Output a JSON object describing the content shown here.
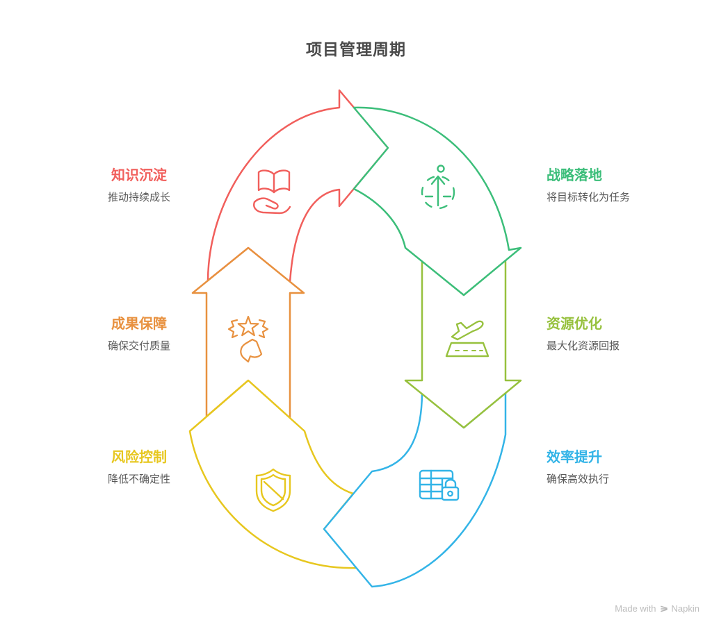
{
  "title": "项目管理周期",
  "items": [
    {
      "label": "知识沉淀",
      "desc": "推动持续成长",
      "color": "#F15F5C",
      "icon": "book-hand-icon"
    },
    {
      "label": "战略落地",
      "desc": "将目标转化为任务",
      "color": "#3CBE7A",
      "icon": "launch-target-icon"
    },
    {
      "label": "成果保障",
      "desc": "确保交付质量",
      "color": "#E8913F",
      "icon": "stars-rating-icon"
    },
    {
      "label": "资源优化",
      "desc": "最大化资源回报",
      "color": "#97C13E",
      "icon": "plane-takeoff-icon"
    },
    {
      "label": "风险控制",
      "desc": "降低不确定性",
      "color": "#E7C71F",
      "icon": "shield-slash-icon"
    },
    {
      "label": "效率提升",
      "desc": "确保高效执行",
      "color": "#33B4E7",
      "icon": "table-lock-icon"
    }
  ],
  "watermark": {
    "prefix": "Made with",
    "brand": "Napkin"
  },
  "text_colors": {
    "heading": "#4a4a4a",
    "description": "#595959",
    "watermark": "#bdbdbd"
  }
}
